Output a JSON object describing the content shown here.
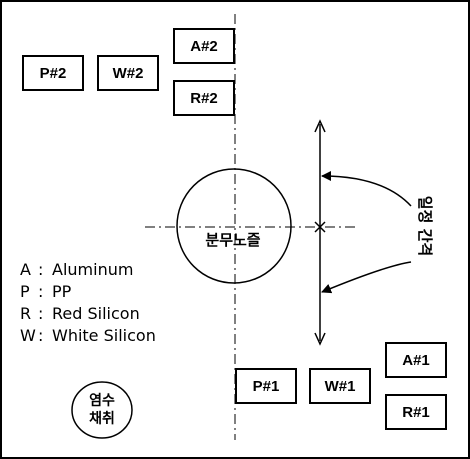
{
  "boxes": {
    "a2": "A#2",
    "r2": "R#2",
    "p2": "P#2",
    "w2": "W#2",
    "a1": "A#1",
    "r1": "R#1",
    "p1": "P#1",
    "w1": "W#1"
  },
  "nozzle": {
    "label": "분무노즐"
  },
  "interval": {
    "label": "일정 간격"
  },
  "sampling": {
    "line1": "염수",
    "line2": "채취"
  },
  "legend": [
    {
      "key": "A",
      "sep": ":",
      "value": "Aluminum"
    },
    {
      "key": "P",
      "sep": ":",
      "value": "PP"
    },
    {
      "key": "R",
      "sep": ":",
      "value": "Red Silicon"
    },
    {
      "key": "W",
      "sep": ":",
      "value": "White Silicon"
    }
  ]
}
